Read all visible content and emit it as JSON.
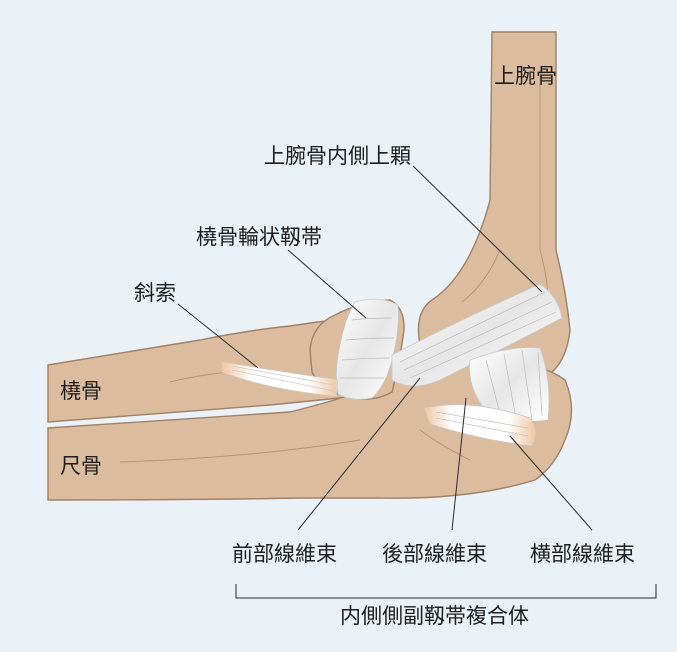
{
  "labels": {
    "humerus": "上腕骨",
    "medial_epicondyle": "上腕骨内側上顆",
    "annular_ligament": "橈骨輪状靱帯",
    "oblique_cord": "斜索",
    "radius": "橈骨",
    "ulna": "尺骨",
    "anterior_bundle": "前部線維束",
    "posterior_bundle": "後部線維束",
    "transverse_bundle": "横部線維束",
    "complex": "内側側副靱帯複合体"
  },
  "colors": {
    "background": "#eaf2f8",
    "bone": "#dcbc9e",
    "bone_outline": "#a08066",
    "ligament": "#f4f4f4",
    "leader_line": "#2a2a2a"
  }
}
